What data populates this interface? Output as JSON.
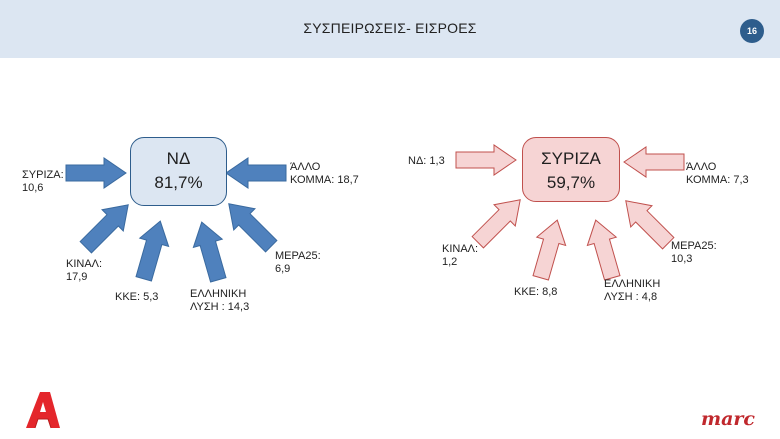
{
  "header": {
    "title": "ΣΥΣΠΕΙΡΩΣΕΙΣ- ΕΙΣΡΟΕΣ",
    "page_number": "16"
  },
  "left_diagram": {
    "hub": {
      "name": "ΝΔ",
      "value": "81,7%"
    },
    "inflows": [
      {
        "id": "syriza",
        "line1": "ΣΥΡΙΖΑ:",
        "line2": "10,6"
      },
      {
        "id": "allo",
        "line1": "ΆΛΛΟ",
        "line2": "ΚΟΜΜΑ: 18,7"
      },
      {
        "id": "kinal",
        "line1": "ΚΙΝΑΛ:",
        "line2": "17,9"
      },
      {
        "id": "kke",
        "line1": "ΚΚΕ: 5,3"
      },
      {
        "id": "elliniki",
        "line1": "ΕΛΛΗΝΙΚΗ",
        "line2": "ΛΥΣΗ : 14,3"
      },
      {
        "id": "mera25",
        "line1": "ΜΕΡΑ25:",
        "line2": "6,9"
      }
    ]
  },
  "right_diagram": {
    "hub": {
      "name": "ΣΥΡΙΖΑ",
      "value": "59,7%"
    },
    "inflows": [
      {
        "id": "nd",
        "line1": "ΝΔ: 1,3"
      },
      {
        "id": "allo",
        "line1": "ΆΛΛΟ",
        "line2": "ΚΟΜΜΑ: 7,3"
      },
      {
        "id": "kinal",
        "line1": "ΚΙΝΑΛ:",
        "line2": "1,2"
      },
      {
        "id": "kke",
        "line1": "ΚΚΕ: 8,8"
      },
      {
        "id": "elliniki",
        "line1": "ΕΛΛΗΝΙΚΗ",
        "line2": "ΛΥΣΗ : 4,8"
      },
      {
        "id": "mera25",
        "line1": "ΜΕΡΑ25:",
        "line2": "10,3"
      }
    ]
  },
  "footer": {
    "brand_right": "marc"
  },
  "colors": {
    "header_bg": "#dce6f2",
    "nd_arrow": "#4f81bd",
    "nd_border": "#2e5d8c",
    "syriza_arrow_fill": "#f6d4d4",
    "syriza_border": "#c0504d",
    "alpha_logo": "#e4262b"
  },
  "icons": {
    "left_logo": "alpha-logo-icon",
    "right_logo": "marc-logo"
  }
}
